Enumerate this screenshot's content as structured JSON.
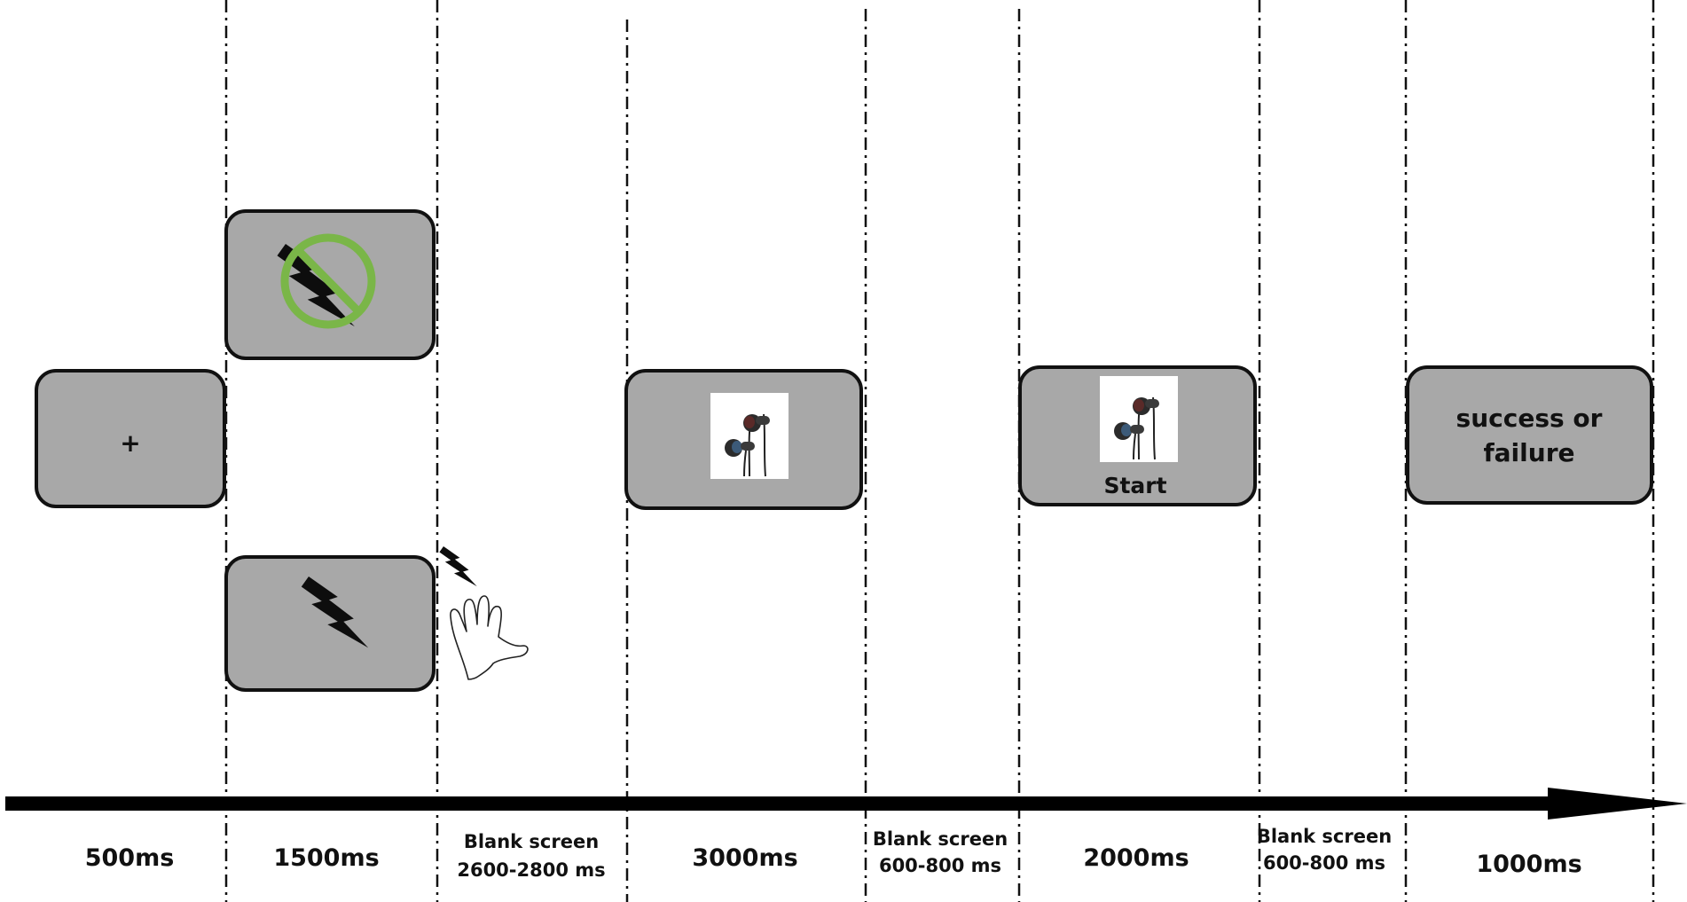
{
  "stages": {
    "fixation": {
      "symbol": "+",
      "duration": "500ms"
    },
    "cue": {
      "duration": "1500ms",
      "safe_icon": "no-shock-icon",
      "threat_icon": "shock-icon",
      "hand_icon": "hand-shock-icon",
      "safe_ring_color": "#7ab648"
    },
    "blank1": {
      "line1": "Blank screen",
      "line2": "2600-2800 ms"
    },
    "product": {
      "duration": "3000ms",
      "image": "earphones-icon"
    },
    "blank2": {
      "line1": "Blank screen",
      "line2": "600-800 ms"
    },
    "start": {
      "duration": "2000ms",
      "label": "Start",
      "image": "earphones-icon"
    },
    "blank3": {
      "line1": "Blank screen",
      "line2": "600-800 ms"
    },
    "feedback": {
      "line1": "success or",
      "line2": "failure",
      "duration": "1000ms"
    }
  },
  "colors": {
    "box_fill": "#a8a8a8",
    "box_stroke": "#111111",
    "arrow": "#000000"
  }
}
